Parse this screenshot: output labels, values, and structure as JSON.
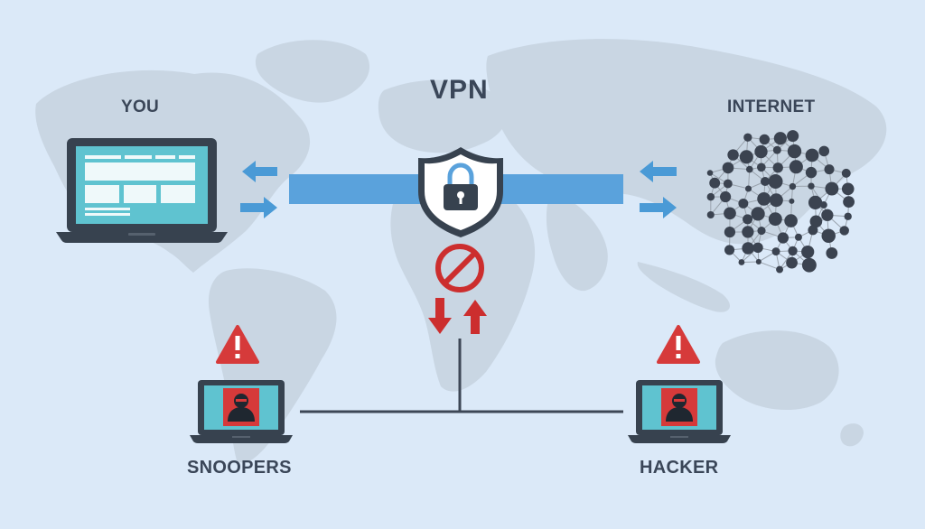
{
  "labels": {
    "you": "YOU",
    "vpn": "VPN",
    "internet": "INTERNET",
    "snoopers": "SNOOPERS",
    "hacker": "HACKER"
  },
  "colors": {
    "background": "#dbe9f8",
    "map": "#c9d6e3",
    "tunnel": "#5aa2dc",
    "arrow": "#4a9ad6",
    "laptop_body": "#37424f",
    "laptop_screen": "#5fc3d0",
    "warning_red": "#d63a3a",
    "block_red": "#cc2e2e",
    "network_node": "#3b4350",
    "network_link": "#9aa3ad",
    "label_text": "#3a4658"
  },
  "icons": [
    "laptop-icon",
    "shield-lock-icon",
    "network-globe-icon",
    "block-icon",
    "warning-icon",
    "hacker-icon",
    "arrow-icon"
  ]
}
